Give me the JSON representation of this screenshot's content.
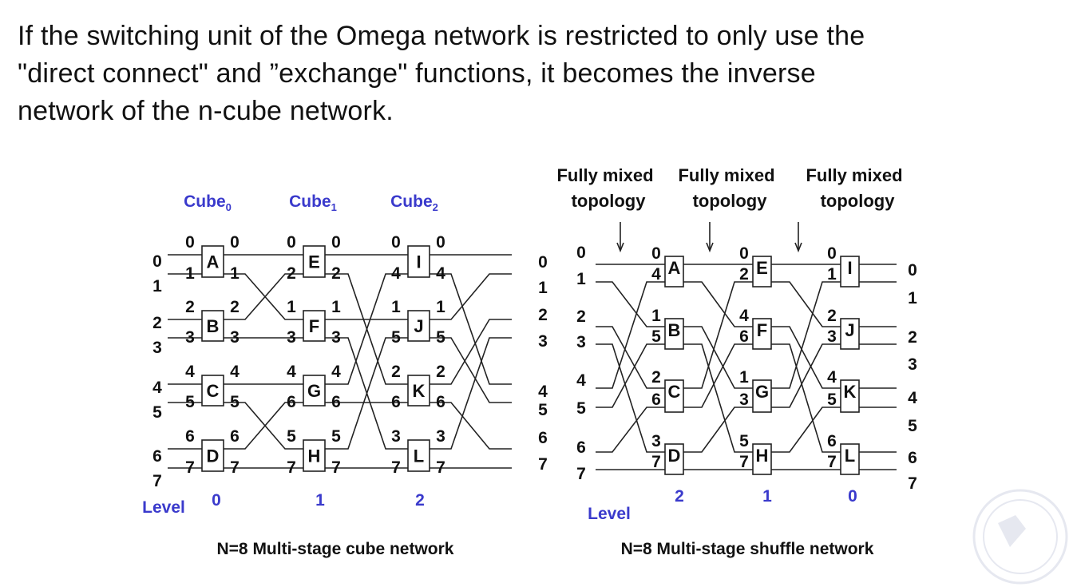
{
  "title_lines": [
    "If the switching unit of the Omega network is restricted to only use the",
    "\"direct connect\" and ”exchange\" functions, it becomes the inverse",
    "network of the n-cube network."
  ],
  "colors": {
    "accent": "#3a3acc",
    "line": "#222222",
    "text": "#111111"
  },
  "cube_network": {
    "caption": "N=8 Multi-stage cube network",
    "stage_labels": [
      [
        "Cube",
        "0"
      ],
      [
        "Cube",
        "1"
      ],
      [
        "Cube",
        "2"
      ]
    ],
    "level_label": "Level",
    "levels": [
      "0",
      "1",
      "2"
    ],
    "terminals": [
      "0",
      "1",
      "2",
      "3",
      "4",
      "5",
      "6",
      "7"
    ],
    "boxes": [
      {
        "id": "A",
        "in": [
          "0",
          "1"
        ],
        "out": [
          "0",
          "1"
        ]
      },
      {
        "id": "B",
        "in": [
          "2",
          "3"
        ],
        "out": [
          "2",
          "3"
        ]
      },
      {
        "id": "C",
        "in": [
          "4",
          "5"
        ],
        "out": [
          "4",
          "5"
        ]
      },
      {
        "id": "D",
        "in": [
          "6",
          "7"
        ],
        "out": [
          "6",
          "7"
        ]
      },
      {
        "id": "E",
        "in": [
          "0",
          "2"
        ],
        "out": [
          "0",
          "2"
        ]
      },
      {
        "id": "F",
        "in": [
          "1",
          "3"
        ],
        "out": [
          "1",
          "3"
        ]
      },
      {
        "id": "G",
        "in": [
          "4",
          "6"
        ],
        "out": [
          "4",
          "6"
        ]
      },
      {
        "id": "H",
        "in": [
          "5",
          "7"
        ],
        "out": [
          "5",
          "7"
        ]
      },
      {
        "id": "I",
        "in": [
          "0",
          "4"
        ],
        "out": [
          "0",
          "4"
        ]
      },
      {
        "id": "J",
        "in": [
          "1",
          "5"
        ],
        "out": [
          "1",
          "5"
        ]
      },
      {
        "id": "K",
        "in": [
          "2",
          "6"
        ],
        "out": [
          "2",
          "6"
        ]
      },
      {
        "id": "L",
        "in": [
          "3",
          "7"
        ],
        "out": [
          "3",
          "7"
        ]
      }
    ]
  },
  "shuffle_network": {
    "caption": "N=8 Multi-stage shuffle network",
    "topology_labels": [
      [
        "Fully mixed",
        "topology"
      ],
      [
        "Fully mixed",
        "topology"
      ],
      [
        "Fully mixed",
        "topology"
      ]
    ],
    "level_label": "Level",
    "levels": [
      "2",
      "1",
      "0"
    ],
    "inputs_outer": [
      "0",
      "1",
      "2",
      "3",
      "4",
      "5",
      "6",
      "7"
    ],
    "inputs_inner": [
      "0",
      "1",
      "2",
      "3",
      "4",
      "5",
      "6",
      "7"
    ],
    "outputs": [
      "0",
      "1",
      "2",
      "3",
      "4",
      "5",
      "6",
      "7"
    ],
    "boxes": [
      {
        "id": "A",
        "in": [
          "0",
          "4"
        ]
      },
      {
        "id": "B",
        "in": [
          "1",
          "5"
        ]
      },
      {
        "id": "C",
        "in": [
          "2",
          "6"
        ]
      },
      {
        "id": "D",
        "in": [
          "3",
          "7"
        ]
      },
      {
        "id": "E",
        "in": [
          "0",
          "2"
        ]
      },
      {
        "id": "F",
        "in": [
          "4",
          "6"
        ]
      },
      {
        "id": "G",
        "in": [
          "1",
          "3"
        ]
      },
      {
        "id": "H",
        "in": [
          "5",
          "7"
        ]
      },
      {
        "id": "I",
        "in": [
          "0",
          "1"
        ]
      },
      {
        "id": "J",
        "in": [
          "2",
          "3"
        ]
      },
      {
        "id": "K",
        "in": [
          "4",
          "5"
        ]
      },
      {
        "id": "L",
        "in": [
          "6",
          "7"
        ]
      }
    ]
  }
}
